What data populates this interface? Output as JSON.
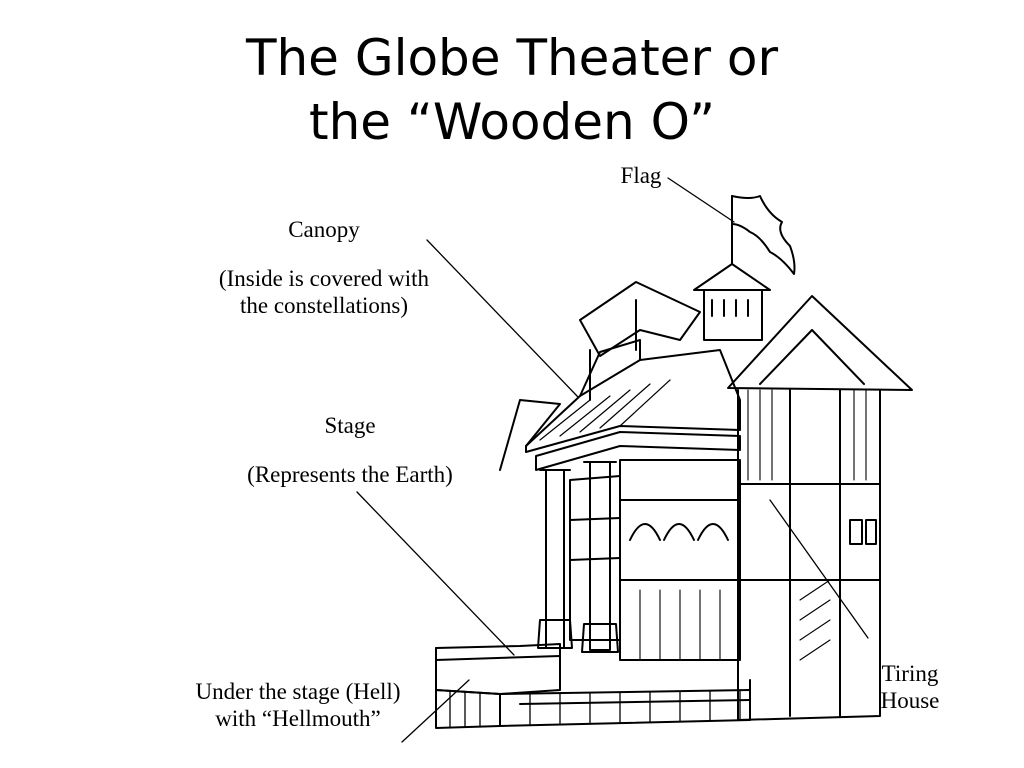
{
  "slide": {
    "title_line1": "The Globe Theater or",
    "title_line2": "the “Wooden O”"
  },
  "labels": {
    "flag": "Flag",
    "canopy": "Canopy",
    "canopy_note_line1": "(Inside is covered with",
    "canopy_note_line2": "the constellations)",
    "stage": "Stage",
    "stage_note": "(Represents the Earth)",
    "tiring_line1": "Tiring",
    "tiring_line2": "House",
    "under_line1": "Under the stage (Hell)",
    "under_line2": "with “Hellmouth”"
  }
}
